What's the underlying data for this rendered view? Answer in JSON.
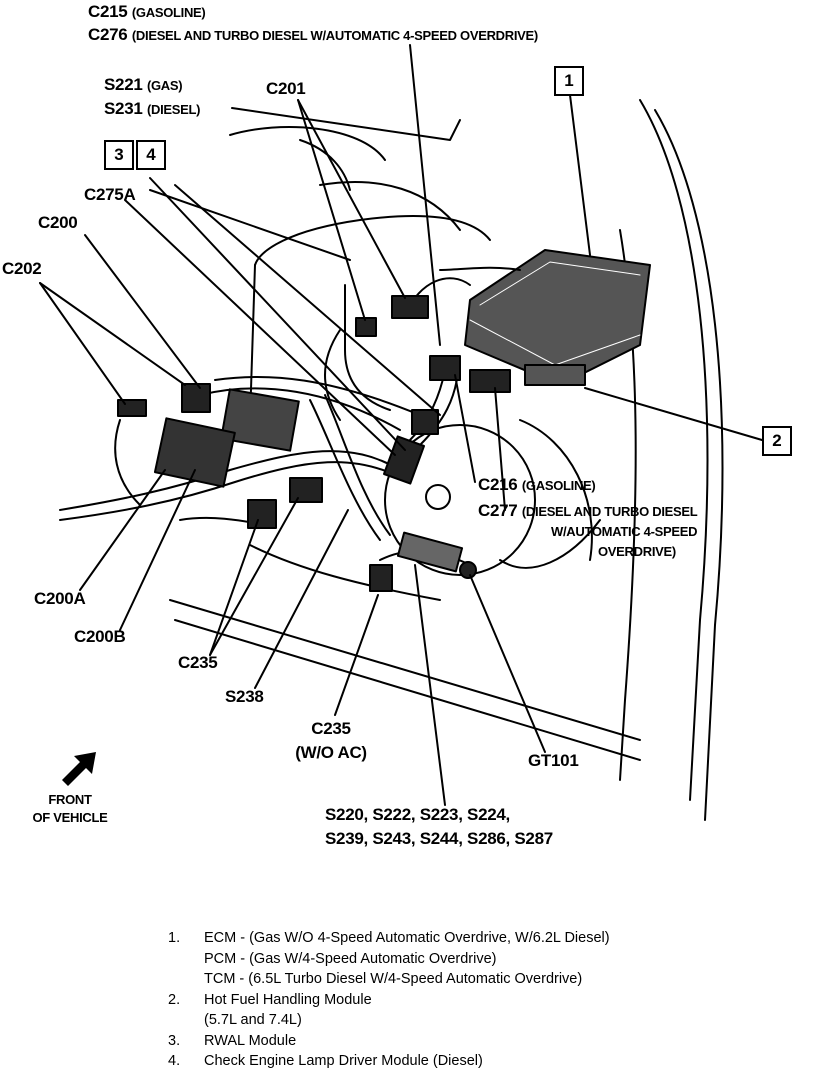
{
  "labels": {
    "c215": "C215",
    "c215_note": "(GASOLINE)",
    "c276": "C276",
    "c276_note": "(DIESEL AND TURBO DIESEL W/AUTOMATIC 4-SPEED OVERDRIVE)",
    "s221": "S221",
    "s221_note": "(GAS)",
    "s231": "S231",
    "s231_note": "(DIESEL)",
    "c201": "C201",
    "c275a": "C275A",
    "c200": "C200",
    "c202": "C202",
    "c216": "C216",
    "c216_note": "(GASOLINE)",
    "c277": "C277",
    "c277_note_1": "(DIESEL AND TURBO DIESEL",
    "c277_note_2": "W/AUTOMATIC 4-SPEED",
    "c277_note_3": "OVERDRIVE)",
    "c200a": "C200A",
    "c200b": "C200B",
    "c235_left": "C235",
    "s238": "S238",
    "c235_woac": "C235",
    "woac": "(W/O AC)",
    "gt101": "GT101",
    "splices_1": "S220, S222, S223, S224,",
    "splices_2": "S239, S243, S244, S286, S287",
    "front_1": "FRONT",
    "front_2": "OF VEHICLE"
  },
  "callouts": {
    "box1": "1",
    "box2": "2",
    "box3": "3",
    "box4": "4"
  },
  "legend": {
    "n1": "1.",
    "l1a": "ECM - (Gas W/O 4-Speed Automatic Overdrive, W/6.2L Diesel)",
    "l1b": "PCM - (Gas W/4-Speed Automatic Overdrive)",
    "l1c": "TCM - (6.5L Turbo Diesel W/4-Speed Automatic Overdrive)",
    "n2": "2.",
    "l2a": "Hot Fuel Handling Module",
    "l2b": "(5.7L and 7.4L)",
    "n3": "3.",
    "l3": "RWAL Module",
    "n4": "4.",
    "l4": "Check Engine Lamp Driver Module (Diesel)"
  }
}
